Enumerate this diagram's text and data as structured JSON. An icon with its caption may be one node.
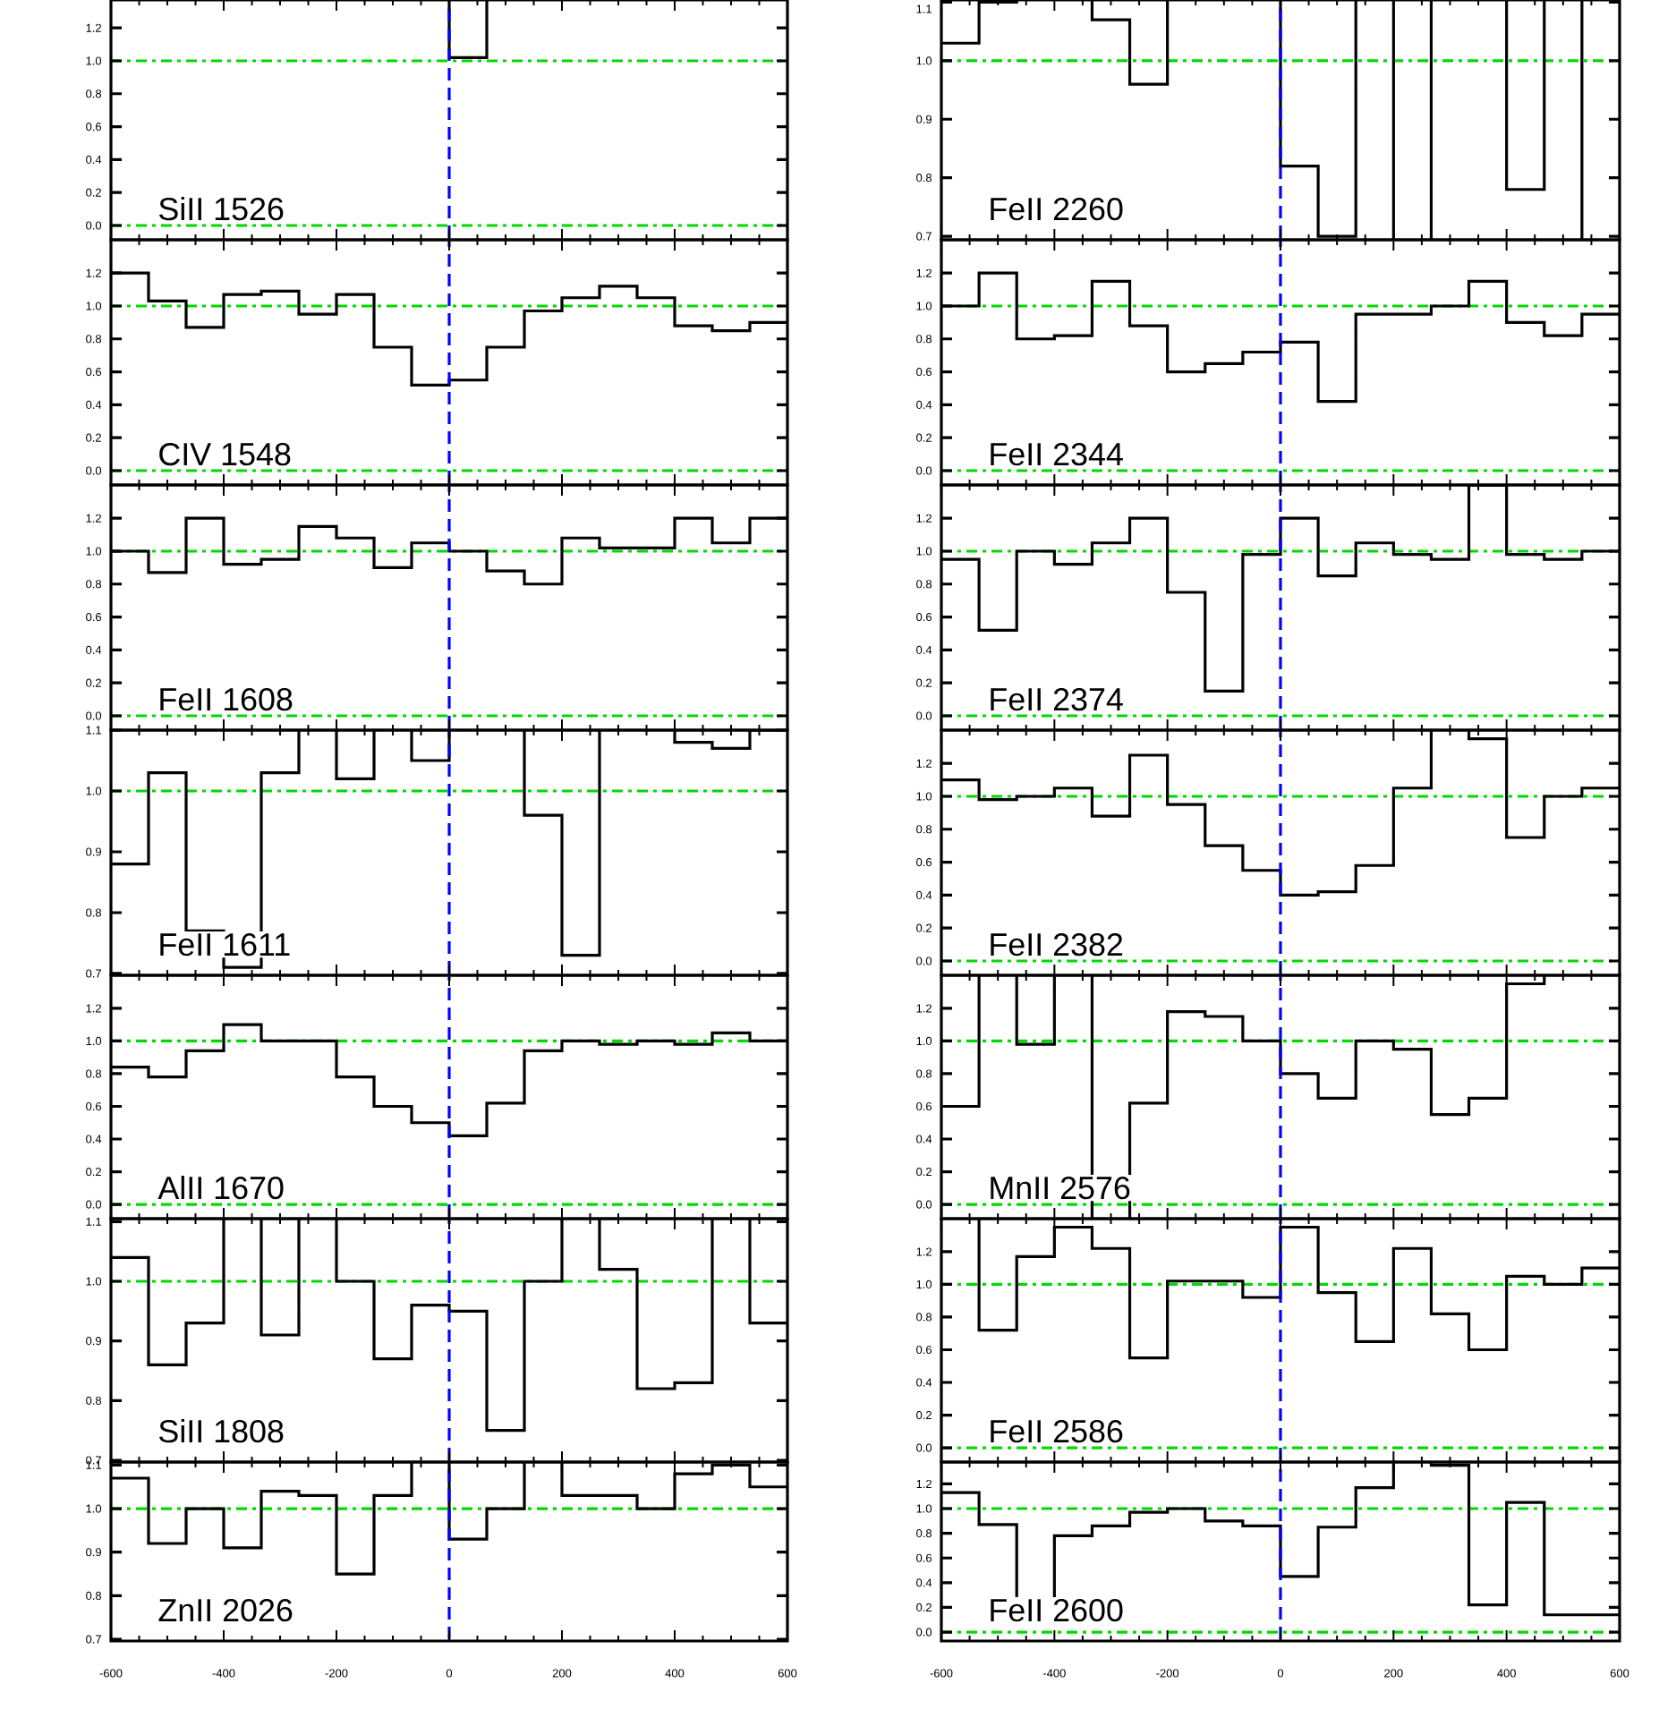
{
  "diagram": {
    "labels": [
      "1.2",
      "1.0",
      "0.8",
      "0.6",
      "0.4",
      "0.2",
      "0.0",
      "SiII 1526",
      "1.1",
      "1.0",
      "0.9",
      "0.8",
      "0.7",
      "FeII 2260",
      "1.2",
      "1.0",
      "0.8",
      "0.6",
      "0.4",
      "0.2",
      "0.0",
      "CIV 1548",
      "1.2",
      "1.0",
      "0.8",
      "0.6",
      "0.4",
      "0.2",
      "0.0",
      "FeII 2344",
      "1.2",
      "1.0",
      "0.8",
      "0.6",
      "0.4",
      "0.2",
      "0.0",
      "FeII 1608",
      "1.2",
      "1.0",
      "0.8",
      "0.6",
      "0.4",
      "0.2",
      "0.0",
      "FeII 2374",
      "1.1",
      "1.0",
      "0.9",
      "0.8",
      "0.7",
      "FeII 1611",
      "1.2",
      "1.0",
      "0.8",
      "0.6",
      "0.4",
      "0.2",
      "0.0",
      "FeII 2382",
      "1.2",
      "1.0",
      "0.8",
      "0.6",
      "0.4",
      "0.2",
      "0.0",
      "AlII 1670",
      "1.2",
      "1.0",
      "0.8",
      "0.6",
      "0.4",
      "0.2",
      "0.0",
      "MnII 2576",
      "1.1",
      "1.0",
      "0.9",
      "0.8",
      "0.7",
      "SiII 1808",
      "1.2",
      "1.0",
      "0.8",
      "0.6",
      "0.4",
      "0.2",
      "0.0",
      "FeII 2586",
      "1.1",
      "1.0",
      "0.9",
      "0.8",
      "0.7",
      "ZnII 2026",
      "1.2",
      "1.0",
      "0.8",
      "0.6",
      "0.4",
      "0.2",
      "0.0",
      "FeII 2600",
      "-600",
      "-400",
      "-200",
      "0",
      "200",
      "400",
      "600",
      "-600",
      "-400",
      "-200",
      "0",
      "200",
      "400",
      "600"
    ]
  }
}
